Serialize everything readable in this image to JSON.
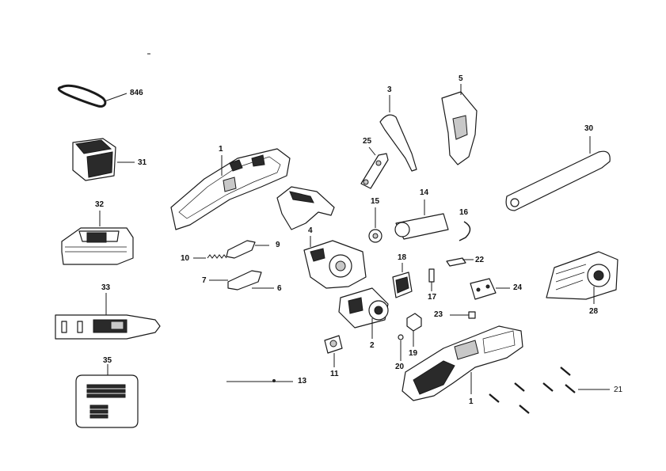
{
  "diagram": {
    "callouts": [
      {
        "id": "846",
        "text": "846"
      },
      {
        "id": "31",
        "text": "31"
      },
      {
        "id": "32",
        "text": "32"
      },
      {
        "id": "33",
        "text": "33"
      },
      {
        "id": "35",
        "text": "35"
      },
      {
        "id": "1a",
        "text": "1"
      },
      {
        "id": "1b",
        "text": "1"
      },
      {
        "id": "2",
        "text": "2"
      },
      {
        "id": "3",
        "text": "3"
      },
      {
        "id": "4",
        "text": "4"
      },
      {
        "id": "5",
        "text": "5"
      },
      {
        "id": "6",
        "text": "6"
      },
      {
        "id": "7",
        "text": "7"
      },
      {
        "id": "9",
        "text": "9"
      },
      {
        "id": "10",
        "text": "10"
      },
      {
        "id": "11",
        "text": "11"
      },
      {
        "id": "13",
        "text": "13"
      },
      {
        "id": "14",
        "text": "14"
      },
      {
        "id": "15",
        "text": "15"
      },
      {
        "id": "16",
        "text": "16"
      },
      {
        "id": "17",
        "text": "17"
      },
      {
        "id": "18",
        "text": "18"
      },
      {
        "id": "19",
        "text": "19"
      },
      {
        "id": "20",
        "text": "20"
      },
      {
        "id": "21",
        "text": "21"
      },
      {
        "id": "22",
        "text": "22"
      },
      {
        "id": "23",
        "text": "23"
      },
      {
        "id": "24",
        "text": "24"
      },
      {
        "id": "25",
        "text": "25"
      },
      {
        "id": "28",
        "text": "28"
      },
      {
        "id": "30",
        "text": "30"
      }
    ]
  }
}
